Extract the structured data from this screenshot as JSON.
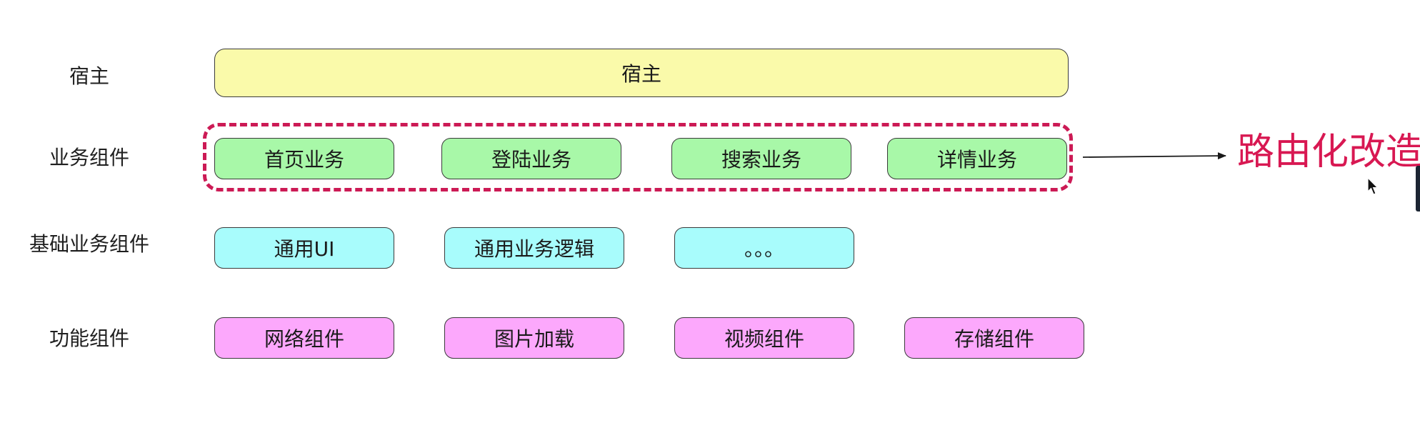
{
  "rows": {
    "host_label": "宿主",
    "biz_label": "业务组件",
    "base_label": "基础业务组件",
    "func_label": "功能组件"
  },
  "host": {
    "box": "宿主"
  },
  "business": [
    "首页业务",
    "登陆业务",
    "搜索业务",
    "详情业务"
  ],
  "base_business": [
    "通用UI",
    "通用业务逻辑",
    "。。。"
  ],
  "functional": [
    "网络组件",
    "图片加载",
    "视频组件",
    "存储组件"
  ],
  "callout": "路由化改造",
  "colors": {
    "host_fill": "#fafaaa",
    "business_fill": "#a8f8a8",
    "base_fill": "#a8fcfc",
    "functional_fill": "#fca8fc",
    "highlight": "#cc1a55",
    "callout_text": "#d81852"
  }
}
